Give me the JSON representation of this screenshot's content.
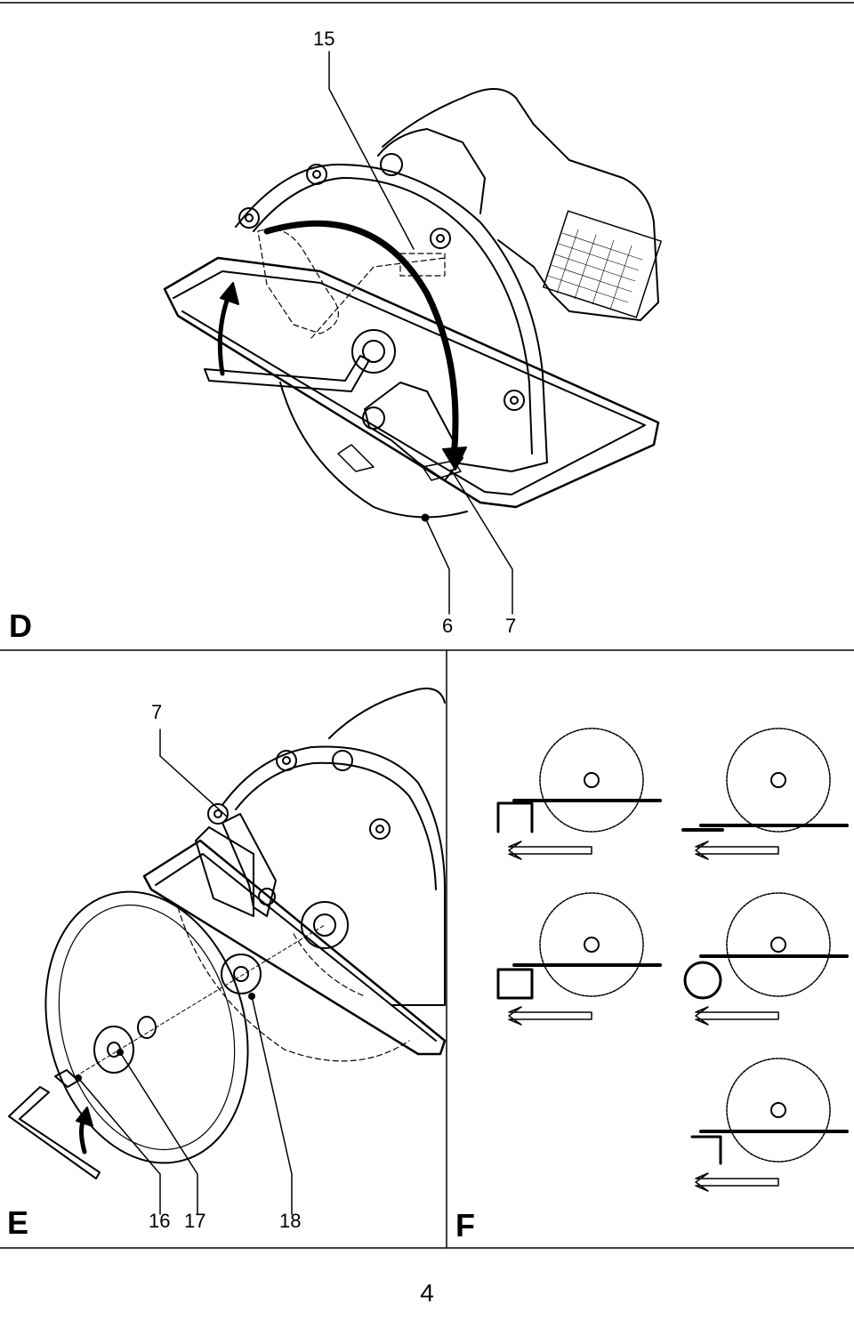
{
  "section_d": {
    "letter": "D",
    "callouts": [
      "15",
      "6",
      "7"
    ]
  },
  "section_e": {
    "letter": "E",
    "callouts": [
      "7",
      "16",
      "17",
      "18"
    ]
  },
  "section_f": {
    "letter": "F"
  },
  "page_number": "4"
}
